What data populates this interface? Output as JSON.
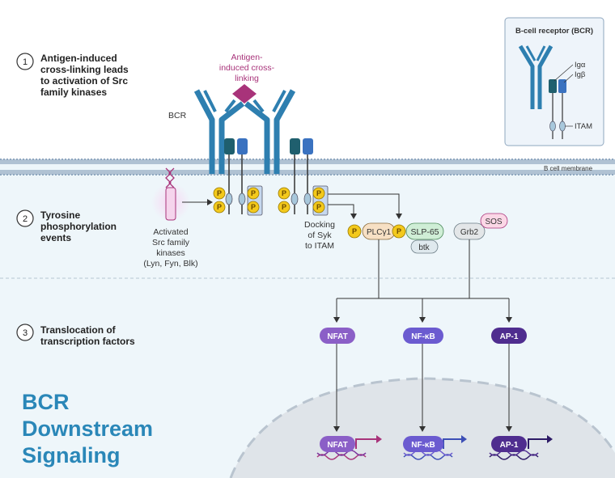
{
  "steps": [
    {
      "num": "1",
      "lines": [
        "Antigen-induced",
        "cross-linking leads",
        "to activation of Src",
        "family kinases"
      ]
    },
    {
      "num": "2",
      "lines": [
        "Tyrosine",
        "phosphorylation",
        "events"
      ]
    },
    {
      "num": "3",
      "lines": [
        "Translocation of",
        "transcription factors"
      ]
    }
  ],
  "antigen_label": [
    "Antigen-",
    "induced cross-",
    "linking"
  ],
  "bcr_label": "BCR",
  "membrane_label": "B cell membrane",
  "inset": {
    "title": "B-cell receptor (BCR)",
    "iga": "Igα",
    "igb": "Igβ",
    "itam": "ITAM"
  },
  "src_kinase_label": [
    "Activated",
    "Src family",
    "kinases",
    "(Lyn, Fyn, Blk)"
  ],
  "syk_label": [
    "Docking",
    "of Syk",
    "to ITAM"
  ],
  "phospho": "P",
  "proteins": {
    "plc": "PLCγ1",
    "slp": "SLP-65",
    "btk": "btk",
    "grb2": "Grb2",
    "sos": "SOS"
  },
  "factors": [
    {
      "name": "NFAT",
      "color": "#8b5fc7"
    },
    {
      "name": "NF-κB",
      "color": "#6b5bd0"
    },
    {
      "name": "AP-1",
      "color": "#4f2d8f"
    }
  ],
  "title_lines": [
    "BCR",
    "Downstream",
    "Signaling"
  ],
  "colors": {
    "receptor": "#2e7fb0",
    "igA": "#1f5f6e",
    "igB": "#3a72c0",
    "antigen": "#a8337a",
    "phospho": "#f3c91c",
    "membrane": "#8fa7bf",
    "cytoplasm": "#eef6fa"
  }
}
